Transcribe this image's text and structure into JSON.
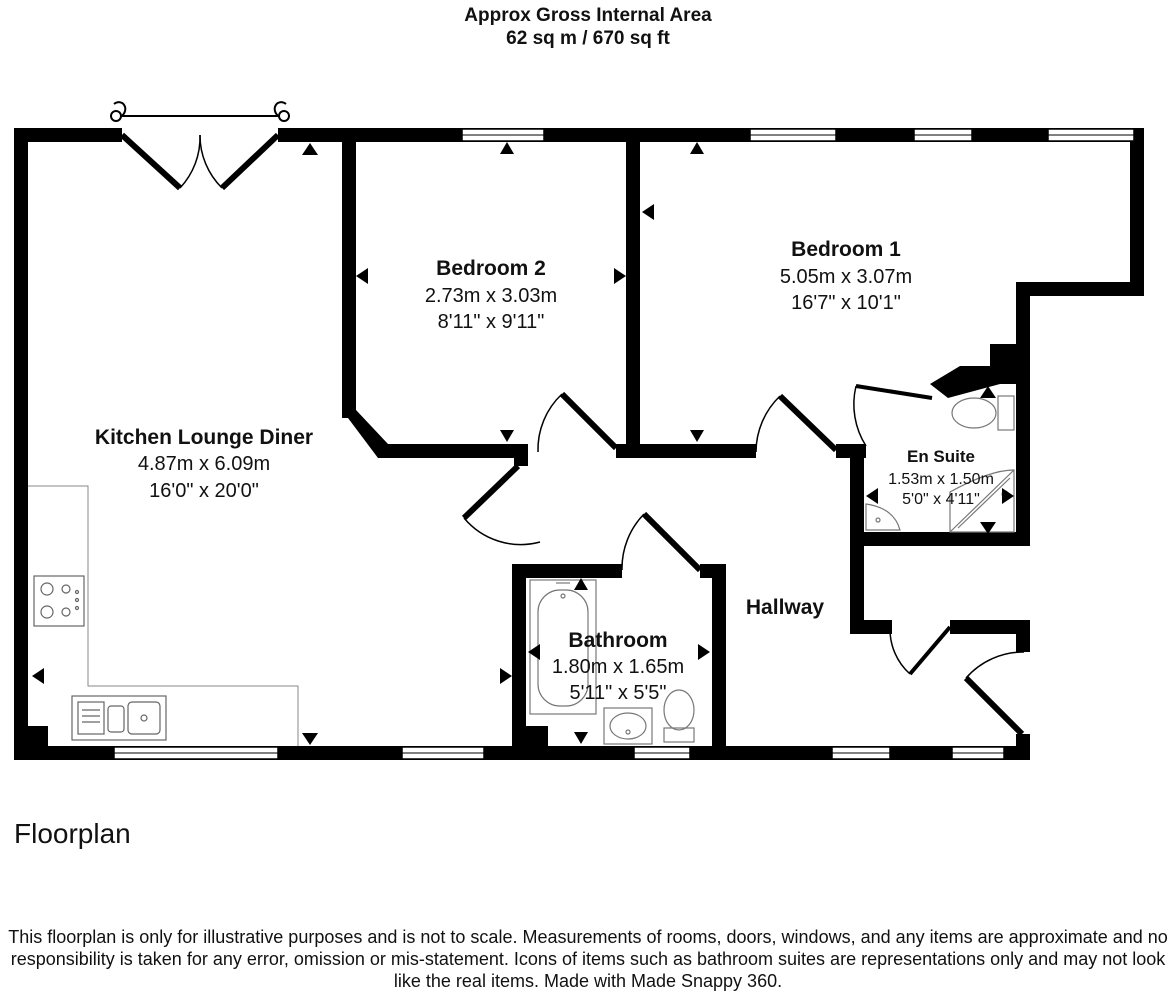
{
  "header": {
    "title": "Approx Gross Internal Area",
    "area": "62 sq m / 670 sq ft"
  },
  "rooms": {
    "kitchen": {
      "name": "Kitchen Lounge Diner",
      "metric": "4.87m x 6.09m",
      "imperial": "16'0\" x 20'0\""
    },
    "bedroom2": {
      "name": "Bedroom 2",
      "metric": "2.73m x 3.03m",
      "imperial": "8'11\" x 9'11\""
    },
    "bedroom1": {
      "name": "Bedroom 1",
      "metric": "5.05m x 3.07m",
      "imperial": "16'7\" x 10'1\""
    },
    "ensuite": {
      "name": "En Suite",
      "metric": "1.53m x 1.50m",
      "imperial": "5'0\" x 4'11\""
    },
    "bathroom": {
      "name": "Bathroom",
      "metric": "1.80m x 1.65m",
      "imperial": "5'11\" x 5'5\""
    },
    "hallway": {
      "name": "Hallway"
    }
  },
  "plan_label": "Floorplan",
  "disclaimer": "This floorplan is only for illustrative purposes and is not to scale. Measurements of rooms, doors, windows, and any items are approximate and no responsibility is taken for any error, omission or mis-statement. Icons of items such as bathroom suites are representations only and may not look like the real items. Made with Made Snappy 360.",
  "colors": {
    "wall": "#000000",
    "fixture": "#888888",
    "background": "#ffffff"
  }
}
